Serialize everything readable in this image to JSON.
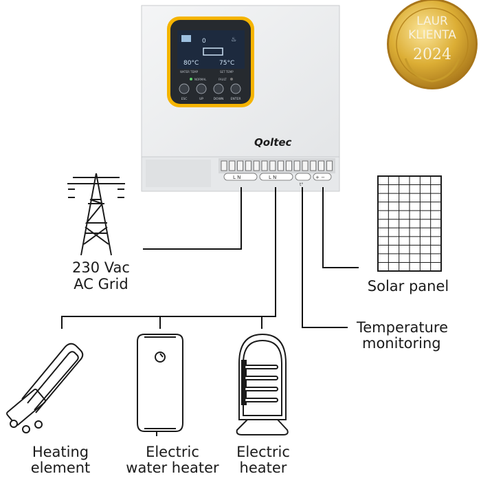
{
  "badge": {
    "line1": "LAUR",
    "line2": "KLIENTA",
    "year": "2024"
  },
  "controller": {
    "brand": "Qoltec",
    "lcd": {
      "water_temp": "80°C",
      "set_temp": "75°C",
      "counter": "0"
    },
    "panel_labels": {
      "water_temp": "WATER TEMP",
      "set_temp": "SET TEMP",
      "normal": "NORMAL",
      "fault": "FAULT"
    },
    "buttons": [
      "ESC",
      "UP",
      "DOWN",
      "ENTER"
    ],
    "terminals": {
      "grid": "L  N",
      "load": "L  N",
      "sensor": "t°",
      "solar": "+  −"
    }
  },
  "labels": {
    "grid_line1": "230 Vac",
    "grid_line2": "AC  Grid",
    "solar": "Solar panel",
    "temp_line1": "Temperature",
    "temp_line2": "monitoring",
    "heating_line1": "Heating",
    "heating_line2": "element",
    "water_line1": "Electric",
    "water_line2": "water heater",
    "heater_line1": "Electric",
    "heater_line2": "heater"
  },
  "colors": {
    "accent": "#f5b400",
    "panel": "#f0f1f2",
    "lcd": "#1d2a3e",
    "wire": "#111111",
    "gold": "#d8a92c"
  }
}
